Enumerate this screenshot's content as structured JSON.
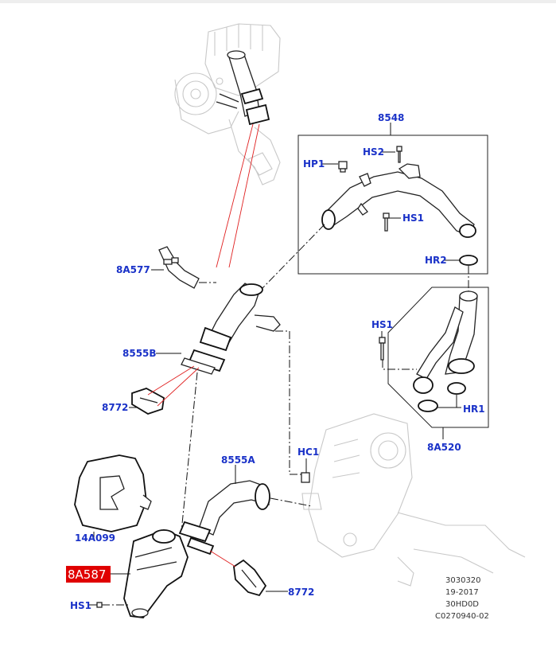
{
  "labels": {
    "l8548": "8548",
    "hs2": "HS2",
    "hp1": "HP1",
    "hs1_top": "HS1",
    "hr2": "HR2",
    "l8a577": "8A577",
    "l8555b": "8555B",
    "l8772_top": "8772",
    "hs1_mid": "HS1",
    "hr1": "HR1",
    "l8a520": "8A520",
    "hc1": "HC1",
    "l8555a": "8555A",
    "l14a099": "14A099",
    "l8a587": "8A587",
    "l8772_bottom": "8772",
    "hs1_bottom": "HS1"
  },
  "reference": {
    "line1": "3030320",
    "line2": "19-2017",
    "line3": "30HD0D",
    "line4": "C0270940-02"
  },
  "colors": {
    "label_blue": "#1a32c8",
    "highlight_red": "#e00000",
    "leader_red": "#e02020"
  }
}
